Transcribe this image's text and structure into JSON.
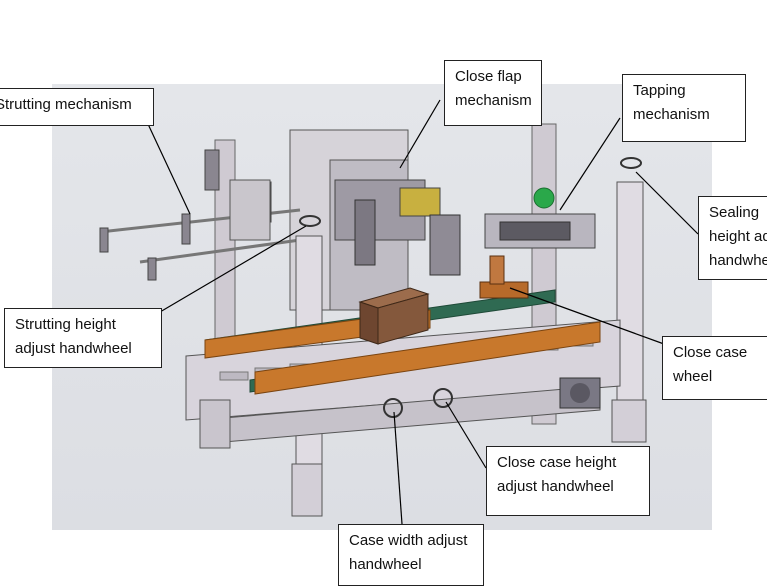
{
  "labels": {
    "strutting_mechanism": "Strutting mechanism",
    "close_flap": [
      "Close flap",
      "mechanism"
    ],
    "tapping": [
      "Tapping",
      "mechanism"
    ],
    "sealing": [
      "Sealing",
      "height adjust",
      "handwheel"
    ],
    "strutting_height": [
      "Strutting height",
      "adjust handwheel"
    ],
    "close_case_wheel": [
      "Close case",
      "wheel"
    ],
    "close_case_height": [
      "Close case height",
      "adjust handwheel"
    ],
    "case_width": [
      "Case width adjust",
      "handwheel"
    ]
  },
  "colors": {
    "frame": "#c9c4cc",
    "belt_orange": "#c8782c",
    "belt_green": "#2f6a52",
    "box": "#7a5238",
    "tape_green": "#2aa84a"
  }
}
